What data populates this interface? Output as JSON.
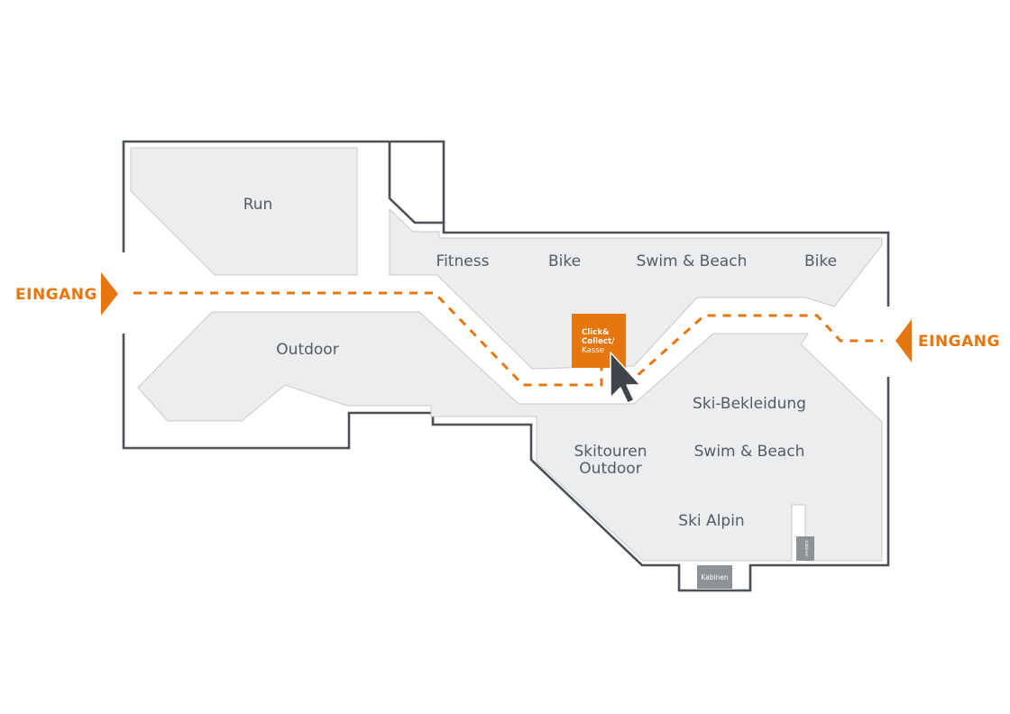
{
  "entrances": {
    "left": {
      "label": "EINGANG"
    },
    "right": {
      "label": "EINGANG"
    }
  },
  "zones": {
    "run": "Run",
    "fitness": "Fitness",
    "bike_left": "Bike",
    "swim_beach_top": "Swim & Beach",
    "bike_right": "Bike",
    "outdoor": "Outdoor",
    "ski_bekleidung": "Ski-Bekleidung",
    "skitouren_line1": "Skitouren",
    "skitouren_line2": "Outdoor",
    "swim_beach_bottom": "Swim & Beach",
    "ski_alpin": "Ski Alpin"
  },
  "click_collect": {
    "line1": "Click&",
    "line2": "Collect/",
    "line3": "Kasse"
  },
  "cabins": {
    "bottom": "Kabinen",
    "side": "Kabinen"
  },
  "colors": {
    "accent": "#e8760e",
    "wall": "#4a5056",
    "floor": "#ebedef",
    "cabin": "#8e9297"
  },
  "icons": {
    "cursor": "mouse-pointer-icon",
    "entrance_arrow": "triangle-arrow-icon"
  }
}
